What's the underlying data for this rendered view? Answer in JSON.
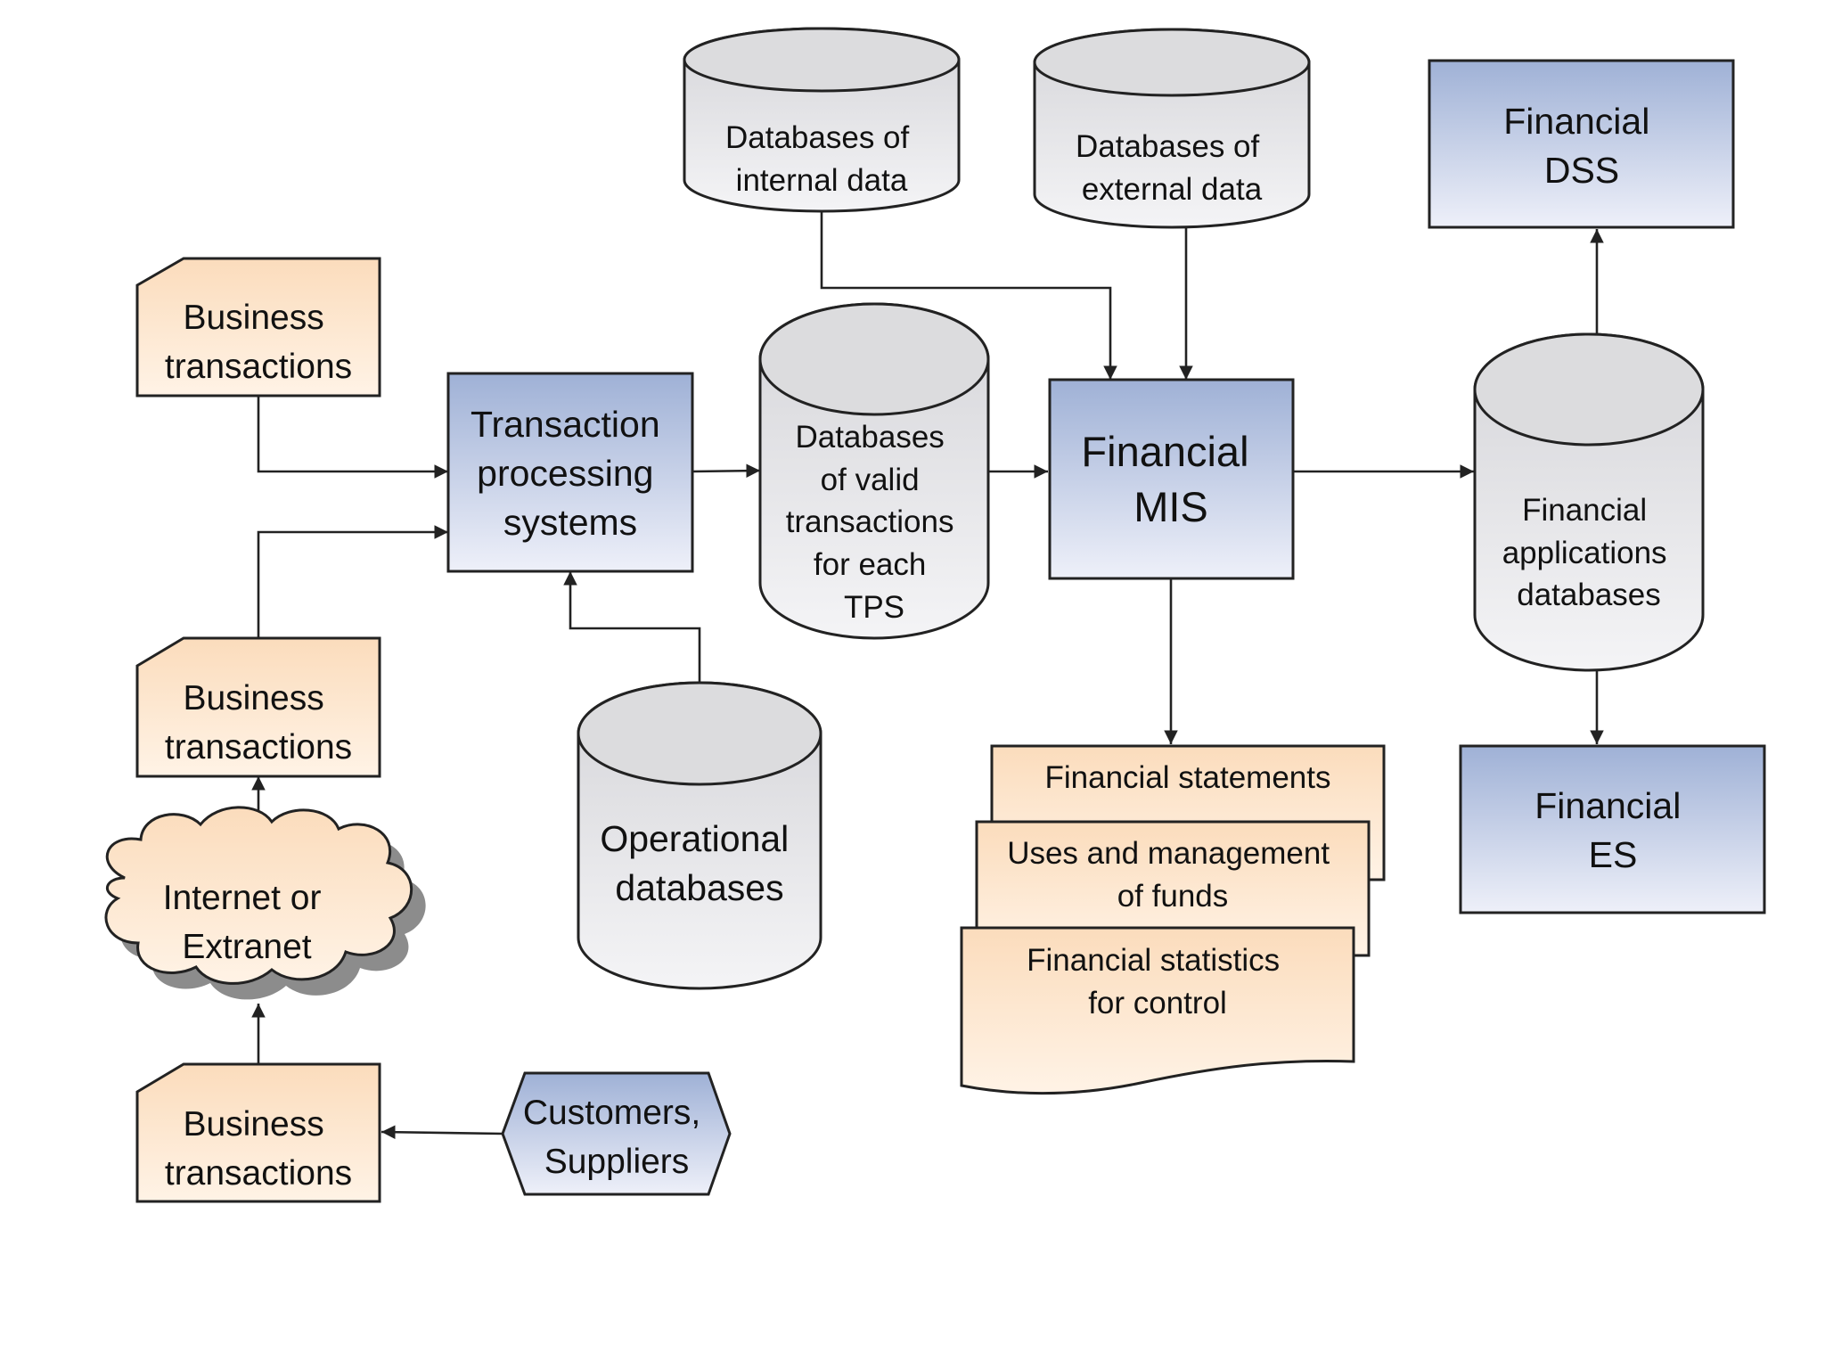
{
  "colors": {
    "process_top": "#9fb1d6",
    "process_bottom": "#eef0f9",
    "doc_top": "#fbdcbc",
    "doc_bottom": "#fff3e6",
    "cyl_top": "#d5d5d9",
    "cyl_bottom": "#f4f4f6",
    "line": "#222222"
  },
  "nodes": {
    "business_transactions_top": {
      "lines": [
        "Business",
        "transactions"
      ]
    },
    "business_transactions_middle": {
      "lines": [
        "Business",
        "transactions"
      ]
    },
    "business_transactions_bottom": {
      "lines": [
        "Business",
        "transactions"
      ]
    },
    "internet_extranet": {
      "lines": [
        "Internet or",
        "Extranet"
      ]
    },
    "customers_suppliers": {
      "lines": [
        "Customers,",
        "Suppliers"
      ]
    },
    "tps": {
      "lines": [
        "Transaction",
        "processing",
        "systems"
      ]
    },
    "operational_databases": {
      "lines": [
        "Operational",
        "databases"
      ]
    },
    "valid_transactions_db": {
      "lines": [
        "Databases",
        "of valid",
        "transactions",
        "for each",
        "TPS"
      ]
    },
    "internal_data_db": {
      "lines": [
        "Databases of",
        "internal data"
      ]
    },
    "external_data_db": {
      "lines": [
        "Databases of",
        "external data"
      ]
    },
    "financial_mis": {
      "lines": [
        "Financial",
        "MIS"
      ]
    },
    "financial_statements": {
      "lines": [
        "Financial statements"
      ]
    },
    "uses_of_funds": {
      "lines": [
        "Uses and management",
        "of funds"
      ]
    },
    "financial_statistics": {
      "lines": [
        "Financial statistics",
        "for control"
      ]
    },
    "financial_app_db": {
      "lines": [
        "Financial",
        "applications",
        "databases"
      ]
    },
    "financial_dss": {
      "lines": [
        "Financial",
        "DSS"
      ]
    },
    "financial_es": {
      "lines": [
        "Financial",
        "ES"
      ]
    }
  }
}
